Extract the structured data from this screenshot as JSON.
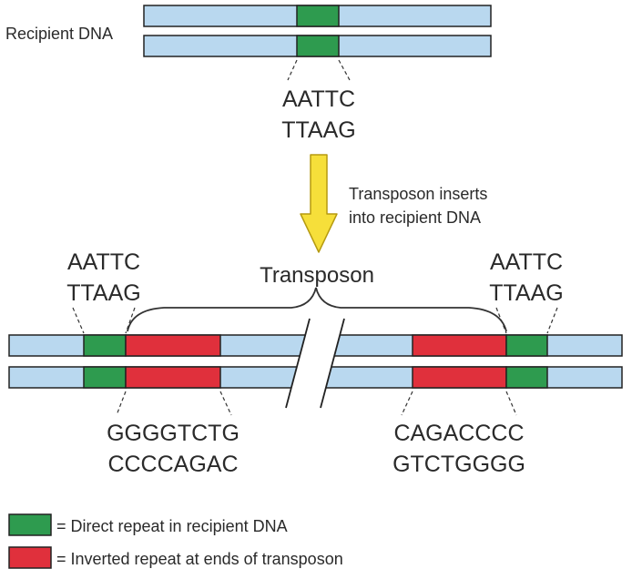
{
  "recipient_label": "Recipient DNA",
  "top_site": {
    "line1": "AATTC",
    "line2": "TTAAG"
  },
  "arrow_caption": {
    "line1": "Transposon inserts",
    "line2": "into recipient DNA"
  },
  "transposon_label": "Transposon",
  "left_site": {
    "line1": "AATTC",
    "line2": "TTAAG"
  },
  "right_site": {
    "line1": "AATTC",
    "line2": "TTAAG"
  },
  "left_inverted": {
    "line1": "GGGGTCTG",
    "line2": "CCCCAGAC"
  },
  "right_inverted": {
    "line1": "CAGACCCC",
    "line2": "GTCTGGGG"
  },
  "legend": [
    {
      "color": "#2e9b4f",
      "label": "= Direct repeat in recipient DNA"
    },
    {
      "color": "#e0303c",
      "label": "= Inverted repeat at ends of transposon"
    }
  ],
  "colors": {
    "dna": "#b9d8ef",
    "direct_repeat": "#2e9b4f",
    "inverted_repeat": "#e0303c",
    "arrow": "#f6df3a"
  }
}
